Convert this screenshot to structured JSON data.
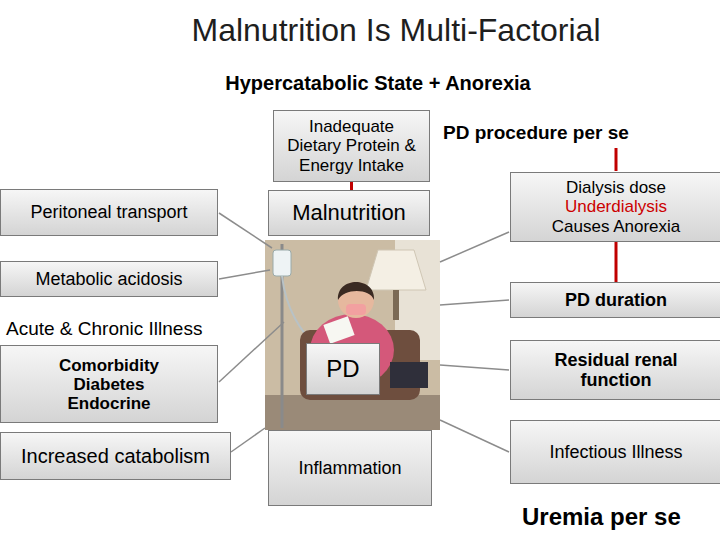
{
  "diagram": {
    "title": "Malnutrition Is Multi-Factorial",
    "nodes": [
      {
        "text": [
          "Inadequate Dietary Protein & Energy Intake"
        ]
      },
      {
        "text": [
          "Peritoneal transport"
        ]
      },
      {
        "text": [
          "Malnutrition"
        ]
      },
      {
        "text": [
          "Dialysis dose",
          "Underdialysis",
          "Causes Anorexia"
        ]
      },
      {
        "text": [
          "Metabolic acidosis"
        ]
      },
      {
        "text": [
          "PD duration"
        ]
      },
      {
        "text": [
          "Acute & Chronic Illness",
          "Comorbidity Diabetes Endocrine"
        ]
      },
      {
        "text": [
          "PD"
        ]
      },
      {
        "text": [
          "Residual renal function"
        ]
      },
      {
        "text": [
          "Increased catabolism"
        ]
      },
      {
        "text": [
          "Inflammation"
        ]
      },
      {
        "text": [
          "Infectious Illness"
        ]
      }
    ],
    "edges": [
      {
        "from": 0,
        "to": 2,
        "arrow": "none"
      },
      {
        "from": 3,
        "to": 5,
        "arrow": "none"
      }
    ],
    "labels": [
      "Hypercatabolic State + Anorexia",
      "PD procedure per se",
      "Uremia per se"
    ]
  }
}
